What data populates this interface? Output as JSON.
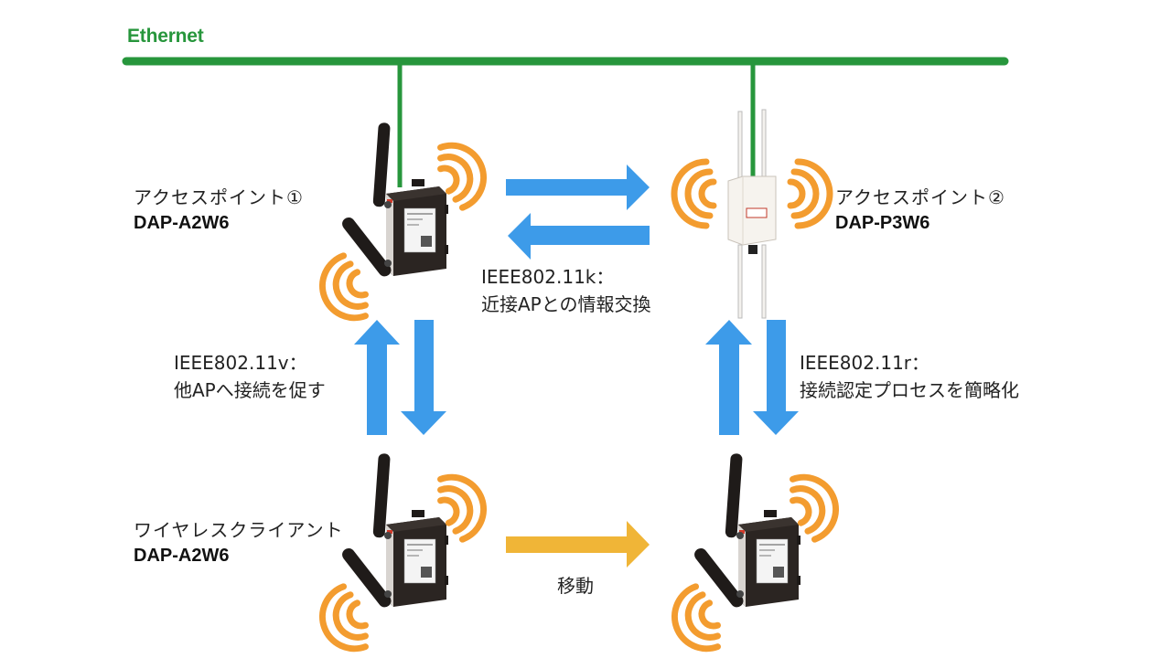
{
  "network": {
    "label": "Ethernet",
    "line_color": "#27963c"
  },
  "colors": {
    "roaming_arrow": "#3d9be9",
    "move_arrow": "#f0b537",
    "wifi_wave": "#f39c2f",
    "device_body": "#2a2420",
    "outdoor_body": "#f6f3ee"
  },
  "devices": {
    "ap1": {
      "title": "アクセスポイント①",
      "model": "DAP-A2W6",
      "icon": "industrial-ap-icon"
    },
    "ap2": {
      "title": "アクセスポイント②",
      "model": "DAP-P3W6",
      "icon": "outdoor-ap-icon"
    },
    "client": {
      "title": "ワイヤレスクライアント",
      "model": "DAP-A2W6",
      "icon": "industrial-ap-icon"
    }
  },
  "protocols": {
    "k": {
      "standard": "IEEE802.11k：",
      "description": "近接APとの情報交換"
    },
    "v": {
      "standard": "IEEE802.11v：",
      "description": "他APへ接続を促す"
    },
    "r": {
      "standard": "IEEE802.11r：",
      "description": "接続認定プロセスを簡略化"
    }
  },
  "movement": {
    "label": "移動"
  }
}
